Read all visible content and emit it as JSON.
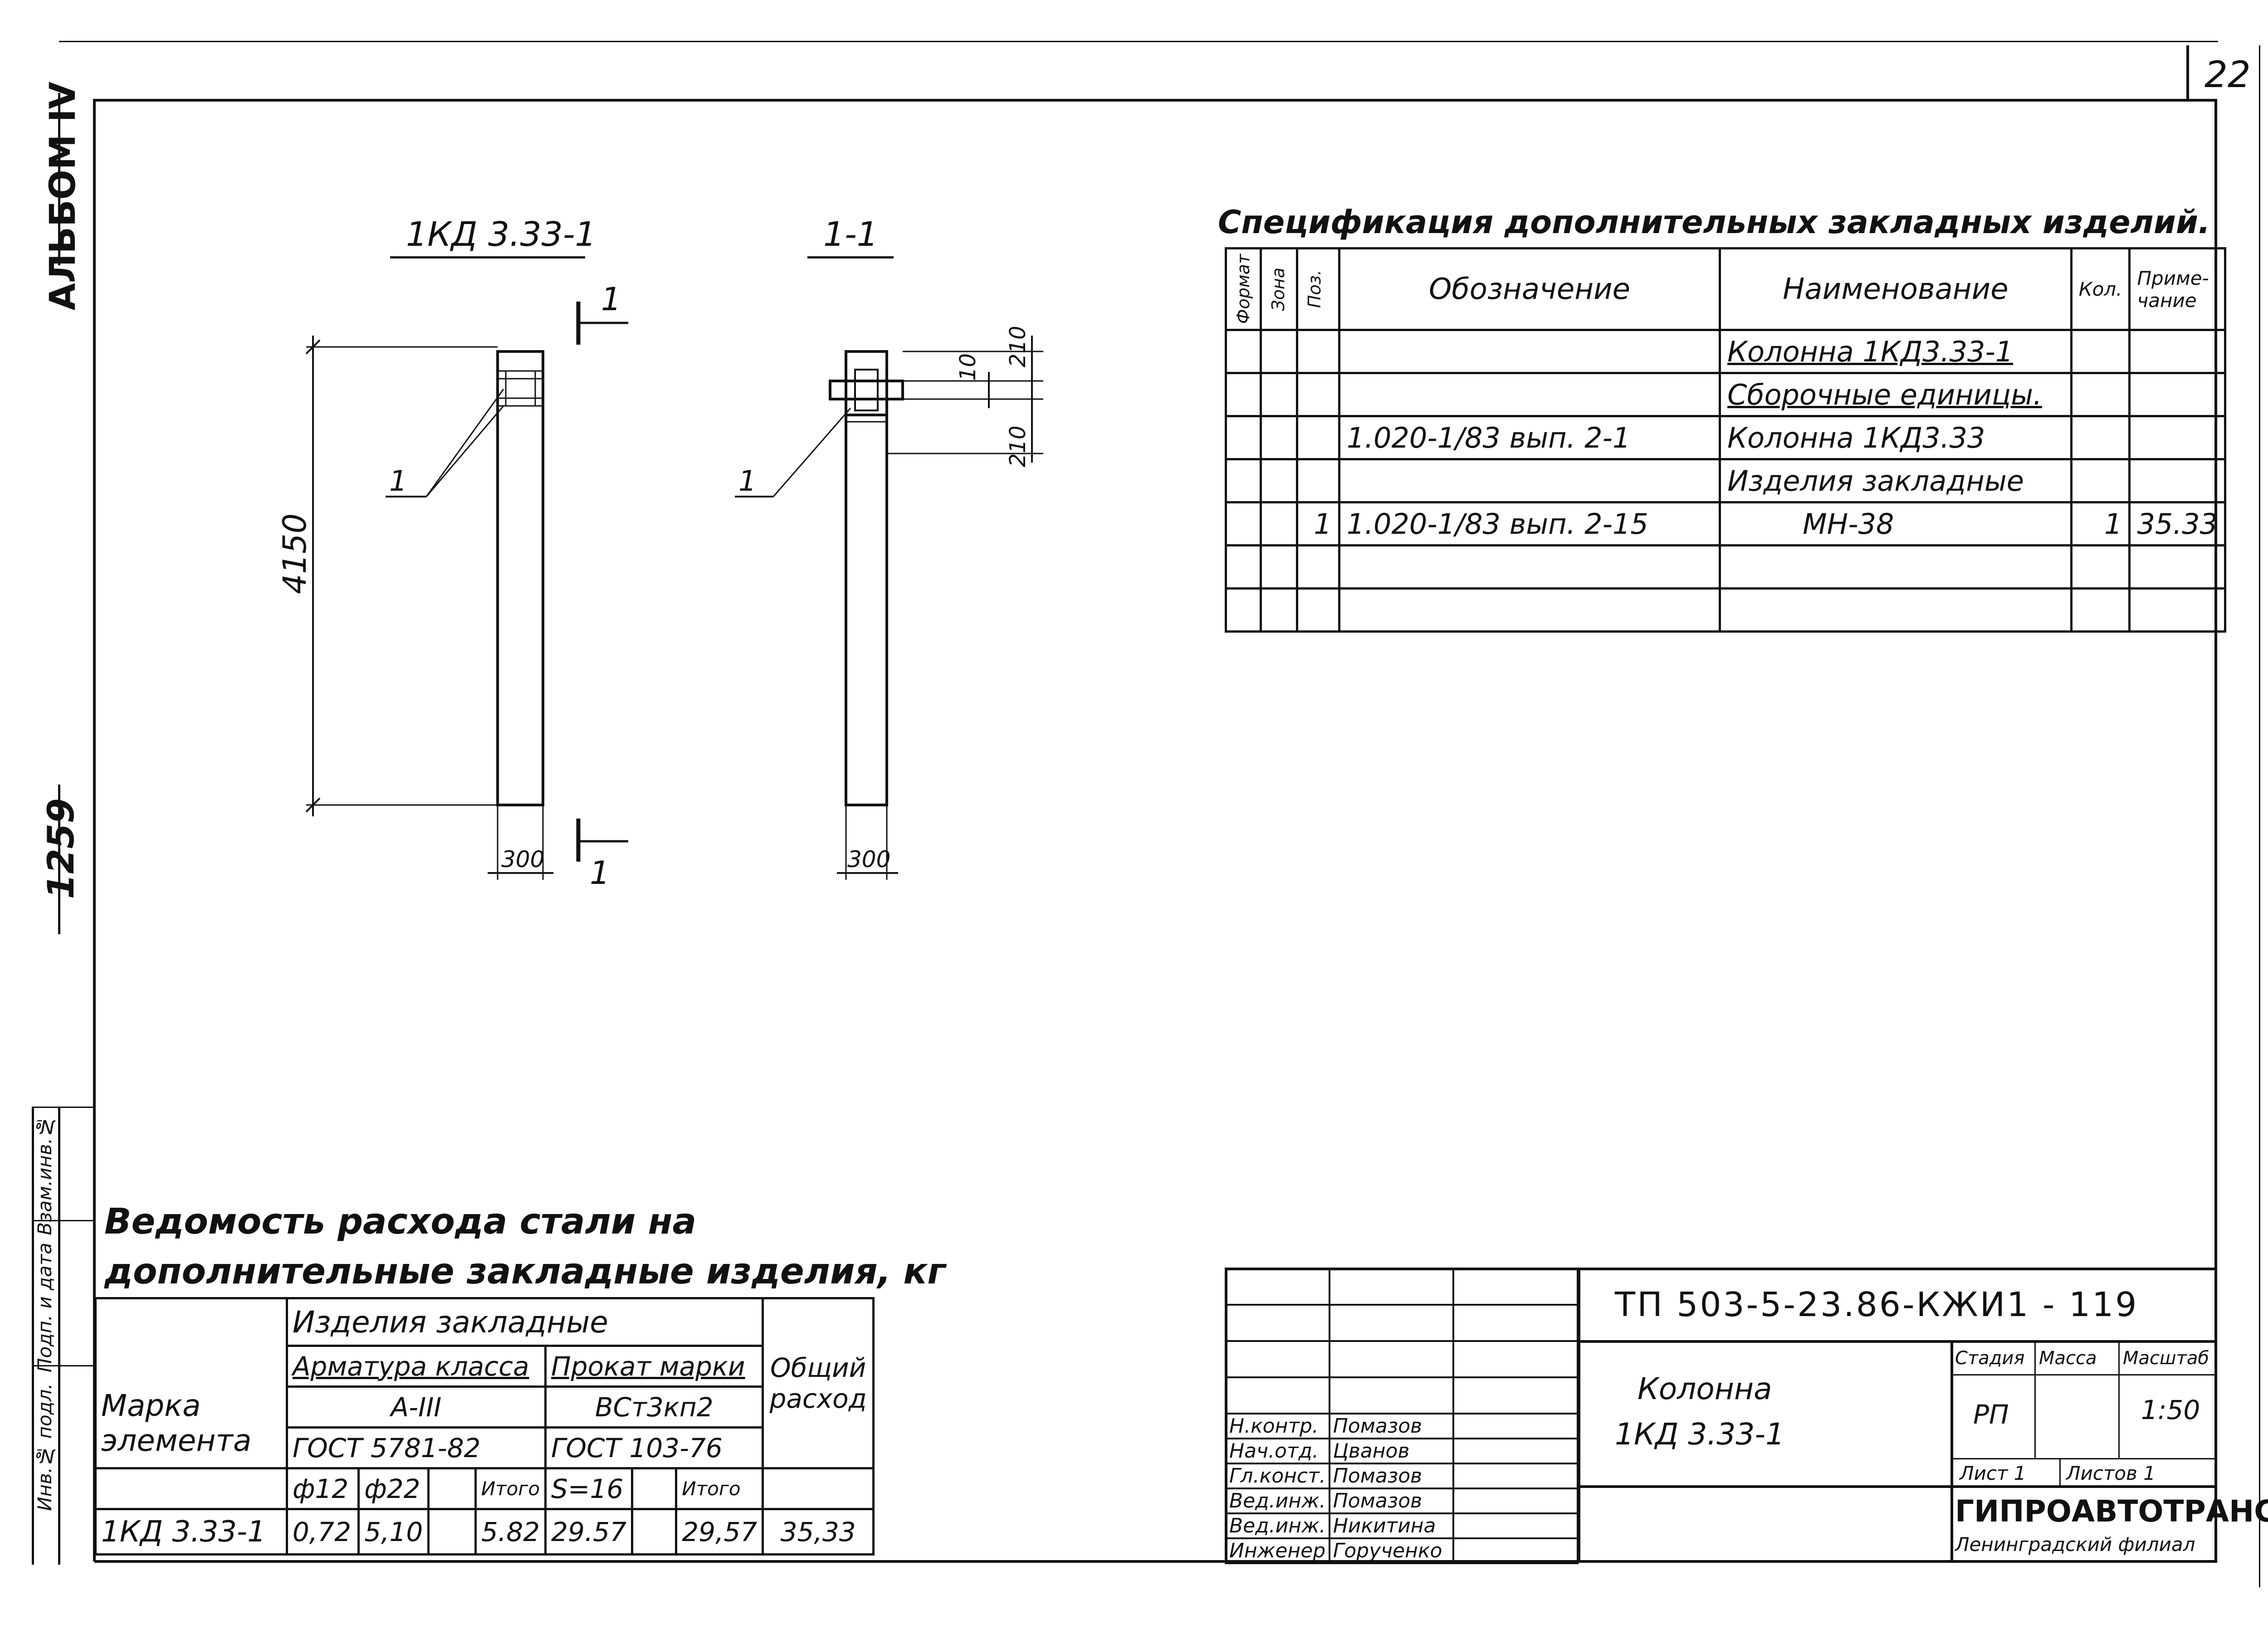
{
  "sheet_number": "22",
  "album": "АЛЬБОМ IV",
  "side_code": "1259",
  "side_fields": {
    "inv_podl": "Инв.№ подл.",
    "podp_data": "Подп. и дата",
    "vzam_inv": "Взам.инв.№"
  },
  "drawing": {
    "elevation_title": "1КД 3.33-1",
    "section_title": "1-1",
    "height_dim": "4150",
    "width_dim_left": "300",
    "width_dim_right": "300",
    "dim_210_top": "210",
    "dim_10": "10",
    "dim_210_bottom": "210",
    "callout_left": "1",
    "callout_right": "1",
    "cut_label_top": "1",
    "cut_label_bottom": "1"
  },
  "spec": {
    "title": "Спецификация дополнительных закладных изделий.",
    "headers": {
      "format": "Формат",
      "zone": "Зона",
      "pos": "Поз.",
      "designation": "Обозначение",
      "name": "Наименование",
      "qty": "Кол.",
      "note": "Приме- чание"
    },
    "rows": [
      {
        "format": "",
        "zone": "",
        "pos": "",
        "designation": "",
        "name": "Колонна 1КД3.33-1",
        "qty": "",
        "note": ""
      },
      {
        "format": "",
        "zone": "",
        "pos": "",
        "designation": "",
        "name": "Сборочные единицы.",
        "qty": "",
        "note": ""
      },
      {
        "format": "",
        "zone": "",
        "pos": "",
        "designation": "1.020-1/83  вып. 2-1",
        "name": "Колонна 1КД3.33",
        "qty": "",
        "note": ""
      },
      {
        "format": "",
        "zone": "",
        "pos": "",
        "designation": "",
        "name": "Изделия закладные",
        "qty": "",
        "note": ""
      },
      {
        "format": "",
        "zone": "",
        "pos": "1",
        "designation": "1.020-1/83  вып. 2-15",
        "name": "МН-38",
        "qty": "1",
        "note": "35.33"
      },
      {
        "format": "",
        "zone": "",
        "pos": "",
        "designation": "",
        "name": "",
        "qty": "",
        "note": ""
      },
      {
        "format": "",
        "zone": "",
        "pos": "",
        "designation": "",
        "name": "",
        "qty": "",
        "note": ""
      }
    ]
  },
  "steel": {
    "title_line1": "Ведомость расхода стали на",
    "title_line2": "дополнительные закладные изделия, кг",
    "marka_label": "Марка элемента",
    "group_label": "Изделия закладные",
    "armatura_label": "Арматура класса",
    "armatura_class": "А-III",
    "armatura_gost": "ГОСТ 5781-82",
    "prokat_label": "Прокат марки",
    "prokat_grade": "ВСт3кп2",
    "prokat_gost": "ГОСТ 103-76",
    "total_label": "Общий расход",
    "sub_headers": [
      "ф12",
      "ф22",
      "",
      "Итого",
      "S=16",
      "",
      "Итого"
    ],
    "row": {
      "mark": "1КД 3.33-1",
      "values": [
        "0,72",
        "5,10",
        "",
        "5.82",
        "29.57",
        "",
        "29,57"
      ],
      "total": "35,33"
    }
  },
  "stamp": {
    "code": "ТП 503-5-23.86-КЖИ1 - 119",
    "name_line1": "Колонна",
    "name_line2": "1КД 3.33-1",
    "stage_label": "Стадия",
    "mass_label": "Масса",
    "scale_label": "Масштаб",
    "stage": "РП",
    "mass": "",
    "scale": "1:50",
    "sheet_label": "Лист 1",
    "sheets_label": "Листов 1",
    "org_name": "ГИПРОАВТОТРАНС",
    "org_branch": "Ленинградский филиал",
    "roles": [
      {
        "role": "Н.контр.",
        "name": "Помазов"
      },
      {
        "role": "Нач.отд.",
        "name": "Цванов"
      },
      {
        "role": "Гл.конст.",
        "name": "Помазов"
      },
      {
        "role": "Вед.инж.",
        "name": "Помазов"
      },
      {
        "role": "Вед.инж.",
        "name": "Никитина"
      },
      {
        "role": "Инженер",
        "name": "Горученко"
      }
    ]
  }
}
